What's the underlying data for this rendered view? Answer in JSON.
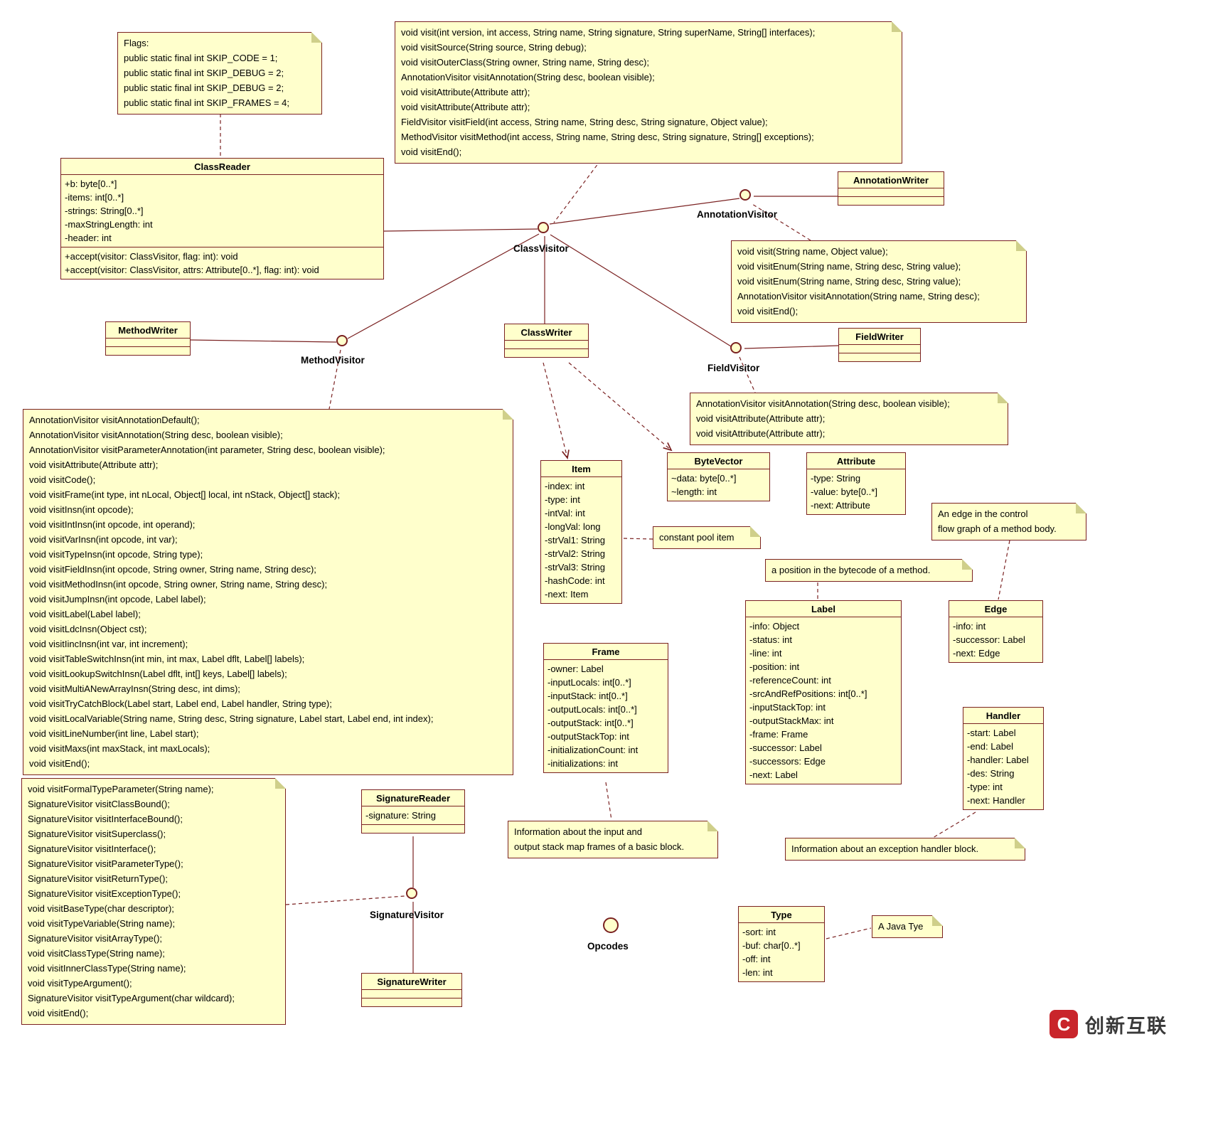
{
  "colors": {
    "node_fill": "#ffffcc",
    "node_border": "#7a2121",
    "connector": "#7a2121",
    "note_fold": "#cfcf8a",
    "text": "#000000",
    "watermark_red": "#c9252b"
  },
  "classes": {
    "class_reader": {
      "title": "ClassReader",
      "attributes": [
        "+b: byte[0..*]",
        "-items: int[0..*]",
        "-strings: String[0..*]",
        "-maxStringLength: int",
        "-header: int"
      ],
      "methods": [
        "+accept(visitor: ClassVisitor, flag: int): void",
        "+accept(visitor: ClassVisitor, attrs: Attribute[0..*], flag: int): void"
      ]
    },
    "annotation_writer": {
      "title": "AnnotationWriter"
    },
    "method_writer": {
      "title": "MethodWriter"
    },
    "class_writer": {
      "title": "ClassWriter"
    },
    "field_writer": {
      "title": "FieldWriter"
    },
    "item": {
      "title": "Item",
      "attributes": [
        "-index: int",
        "-type: int",
        "-intVal: int",
        "-longVal: long",
        "-strVal1: String",
        "-strVal2: String",
        "-strVal3: String",
        "-hashCode: int",
        "-next: Item"
      ]
    },
    "byte_vector": {
      "title": "ByteVector",
      "attributes": [
        "~data: byte[0..*]",
        "~length: int"
      ]
    },
    "attribute": {
      "title": "Attribute",
      "attributes": [
        "-type: String",
        "-value: byte[0..*]",
        "-next: Attribute"
      ]
    },
    "label": {
      "title": "Label",
      "attributes": [
        "-info: Object",
        "-status: int",
        "-line: int",
        "-position: int",
        "-referenceCount: int",
        "-srcAndRefPositions: int[0..*]",
        "-inputStackTop: int",
        "-outputStackMax: int",
        "-frame: Frame",
        "-successor: Label",
        "-successors: Edge",
        "-next: Label"
      ]
    },
    "edge": {
      "title": "Edge",
      "attributes": [
        "-info: int",
        "-successor: Label",
        "-next: Edge"
      ]
    },
    "frame": {
      "title": "Frame",
      "attributes": [
        "-owner: Label",
        "-inputLocals: int[0..*]",
        "-inputStack: int[0..*]",
        "-outputLocals: int[0..*]",
        "-outputStack: int[0..*]",
        "-outputStackTop: int",
        "-initializationCount: int",
        "-initializations: int"
      ]
    },
    "handler": {
      "title": "Handler",
      "attributes": [
        "-start: Label",
        "-end: Label",
        "-handler: Label",
        "-des: String",
        "-type: int",
        "-next: Handler"
      ]
    },
    "signature_reader": {
      "title": "SignatureReader",
      "attributes": [
        "-signature: String"
      ]
    },
    "signature_writer": {
      "title": "SignatureWriter"
    },
    "type": {
      "title": "Type",
      "attributes": [
        "-sort: int",
        "-buf: char[0..*]",
        "-off: int",
        "-len: int"
      ]
    }
  },
  "interfaces": {
    "class_visitor": {
      "label": "ClassVisitor"
    },
    "annotation_visitor": {
      "label": "AnnotationVisitor"
    },
    "method_visitor": {
      "label": "MethodVisitor"
    },
    "field_visitor": {
      "label": "FieldVisitor"
    },
    "signature_visitor": {
      "label": "SignatureVisitor"
    },
    "opcodes": {
      "label": "Opcodes"
    }
  },
  "notes": {
    "flags": {
      "lines": [
        "Flags:",
        "public static final int SKIP_CODE = 1;",
        "public static final int SKIP_DEBUG = 2;",
        "public static final int SKIP_DEBUG = 2;",
        "public static final int SKIP_FRAMES = 4;"
      ]
    },
    "class_visitor_methods": {
      "lines": [
        "void visit(int version, int access, String name, String signature, String superName, String[] interfaces);",
        "void visitSource(String source, String debug);",
        "void visitOuterClass(String owner, String name, String desc);",
        "AnnotationVisitor visitAnnotation(String desc, boolean visible);",
        "void visitAttribute(Attribute attr);",
        "void visitAttribute(Attribute attr);",
        "FieldVisitor visitField(int access, String name, String desc, String signature, Object value);",
        "MethodVisitor visitMethod(int access, String name, String desc, String signature, String[] exceptions);",
        "void visitEnd();"
      ]
    },
    "annotation_visitor_methods": {
      "lines": [
        "void visit(String name, Object value);",
        "void visitEnum(String name, String desc, String value);",
        "void visitEnum(String name, String desc, String value);",
        "AnnotationVisitor visitAnnotation(String name, String desc);",
        "void visitEnd();"
      ]
    },
    "field_visitor_methods": {
      "lines": [
        "AnnotationVisitor visitAnnotation(String desc, boolean visible);",
        "void visitAttribute(Attribute attr);",
        "void visitAttribute(Attribute attr);"
      ]
    },
    "method_visitor_methods": {
      "lines": [
        "AnnotationVisitor visitAnnotationDefault();",
        "AnnotationVisitor visitAnnotation(String desc, boolean visible);",
        "AnnotationVisitor visitParameterAnnotation(int parameter, String desc, boolean visible);",
        "void visitAttribute(Attribute attr);",
        "void visitCode();",
        "void visitFrame(int type, int nLocal, Object[] local, int nStack, Object[] stack);",
        "void visitInsn(int opcode);",
        "void visitIntInsn(int opcode, int operand);",
        "void visitVarInsn(int opcode, int var);",
        "void visitTypeInsn(int opcode, String type);",
        "void visitFieldInsn(int opcode, String owner, String name, String desc);",
        "void visitMethodInsn(int opcode, String owner, String name, String desc);",
        "void visitJumpInsn(int opcode, Label label);",
        "void visitLabel(Label label);",
        "void visitLdcInsn(Object cst);",
        "void visitIincInsn(int var, int increment);",
        "void visitTableSwitchInsn(int min, int max, Label dflt, Label[] labels);",
        "void visitLookupSwitchInsn(Label dflt, int[] keys, Label[] labels);",
        "void visitMultiANewArrayInsn(String desc, int dims);",
        "void visitTryCatchBlock(Label start, Label end, Label handler, String type);",
        "void visitLocalVariable(String name, String desc, String signature, Label start, Label end, int index);",
        "void visitLineNumber(int line, Label start);",
        "void visitMaxs(int maxStack, int maxLocals);",
        "void visitEnd();"
      ]
    },
    "signature_visitor_methods": {
      "lines": [
        "void visitFormalTypeParameter(String name);",
        "SignatureVisitor visitClassBound();",
        "SignatureVisitor visitInterfaceBound();",
        "SignatureVisitor visitSuperclass();",
        "SignatureVisitor visitInterface();",
        "SignatureVisitor visitParameterType();",
        "SignatureVisitor visitReturnType();",
        "SignatureVisitor visitExceptionType();",
        "void visitBaseType(char descriptor);",
        "void visitTypeVariable(String name);",
        "SignatureVisitor visitArrayType();",
        "void visitClassType(String name);",
        "void visitInnerClassType(String name);",
        "void visitTypeArgument();",
        "SignatureVisitor visitTypeArgument(char wildcard);",
        "void visitEnd();"
      ]
    },
    "constant_pool_item": {
      "lines": [
        "constant pool item"
      ]
    },
    "edge_desc": {
      "lines": [
        "An edge in the control",
        "flow graph of a method body."
      ]
    },
    "label_desc": {
      "lines": [
        "a position in the bytecode of a method."
      ]
    },
    "frame_desc": {
      "lines": [
        "Information about the input and",
        "output stack map frames of a basic block."
      ]
    },
    "handler_desc": {
      "lines": [
        "Information about an exception handler block."
      ]
    },
    "type_desc": {
      "lines": [
        "A Java Tye"
      ]
    }
  },
  "watermark": {
    "brand": "创新互联",
    "logo_glyph": "C"
  }
}
